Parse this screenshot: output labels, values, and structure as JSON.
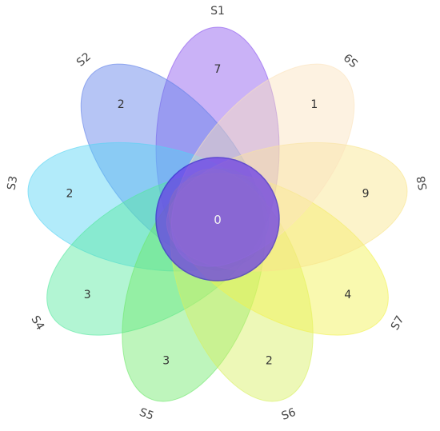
{
  "diagram": {
    "sets": [
      {
        "name": "S1",
        "unique": "7",
        "color": "#8a55ee"
      },
      {
        "name": "S2",
        "unique": "2",
        "color": "#5d7fe8"
      },
      {
        "name": "S3",
        "unique": "2",
        "color": "#55d3f4"
      },
      {
        "name": "S4",
        "unique": "3",
        "color": "#55e89e"
      },
      {
        "name": "S5",
        "unique": "3",
        "color": "#6ee86a"
      },
      {
        "name": "S6",
        "unique": "2",
        "color": "#d8f060"
      },
      {
        "name": "S7",
        "unique": "4",
        "color": "#f2f24e"
      },
      {
        "name": "S8",
        "unique": "9",
        "color": "#f8e48a"
      },
      {
        "name": "S9",
        "unique": "1",
        "color": "#fbe3bc"
      }
    ],
    "center": {
      "value": "0",
      "color": "#6a3ee8"
    }
  }
}
